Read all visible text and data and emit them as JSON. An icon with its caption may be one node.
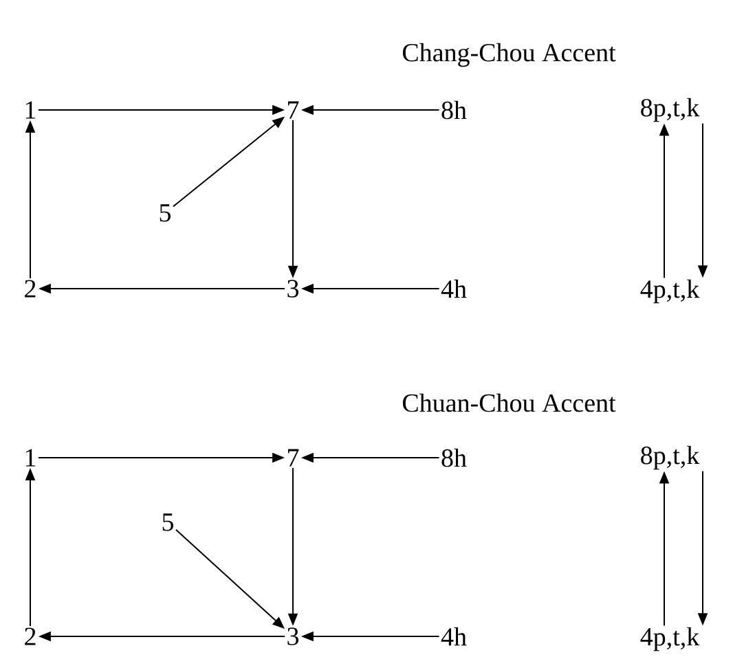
{
  "diagram": {
    "nodes": [
      {
        "text": [
          "1"
        ]
      },
      {
        "text": [
          "7"
        ]
      },
      {
        "text": [
          "8h"
        ]
      },
      {
        "text": [
          "5"
        ]
      },
      {
        "text": [
          "2"
        ]
      },
      {
        "text": [
          "3"
        ]
      },
      {
        "text": [
          "4h"
        ]
      },
      {
        "text": [
          "8p,t,k"
        ]
      },
      {
        "text": [
          "4p,t,k"
        ]
      },
      {
        "text": [
          "1"
        ]
      },
      {
        "text": [
          "7"
        ]
      },
      {
        "text": [
          "8h"
        ]
      },
      {
        "text": [
          "5"
        ]
      },
      {
        "text": [
          "2"
        ]
      },
      {
        "text": [
          "3"
        ]
      },
      {
        "text": [
          "4h"
        ]
      },
      {
        "text": [
          "8p,t,k"
        ]
      },
      {
        "text": [
          "4p,t,k"
        ]
      }
    ],
    "edges": [
      {
        "from": 0,
        "to": 1,
        "arrow": "to"
      },
      {
        "from": 2,
        "to": 1,
        "arrow": "to"
      },
      {
        "from": 3,
        "to": 1,
        "arrow": "to"
      },
      {
        "from": 1,
        "to": 5,
        "arrow": "to"
      },
      {
        "from": 5,
        "to": 4,
        "arrow": "to"
      },
      {
        "from": 6,
        "to": 5,
        "arrow": "to"
      },
      {
        "from": 4,
        "to": 0,
        "arrow": "to"
      },
      {
        "from": 8,
        "to": 7,
        "arrow": "to"
      },
      {
        "from": 7,
        "to": 8,
        "arrow": "to"
      },
      {
        "from": 9,
        "to": 10,
        "arrow": "to"
      },
      {
        "from": 11,
        "to": 10,
        "arrow": "to"
      },
      {
        "from": 10,
        "to": 14,
        "arrow": "to"
      },
      {
        "from": 12,
        "to": 14,
        "arrow": "to"
      },
      {
        "from": 14,
        "to": 13,
        "arrow": "to"
      },
      {
        "from": 15,
        "to": 14,
        "arrow": "to"
      },
      {
        "from": 13,
        "to": 9,
        "arrow": "to"
      },
      {
        "from": 17,
        "to": 16,
        "arrow": "to"
      },
      {
        "from": 16,
        "to": 17,
        "arrow": "to"
      }
    ],
    "labels": [
      "Chang-Chou Accent",
      "Chuan-Chou Accent"
    ]
  }
}
